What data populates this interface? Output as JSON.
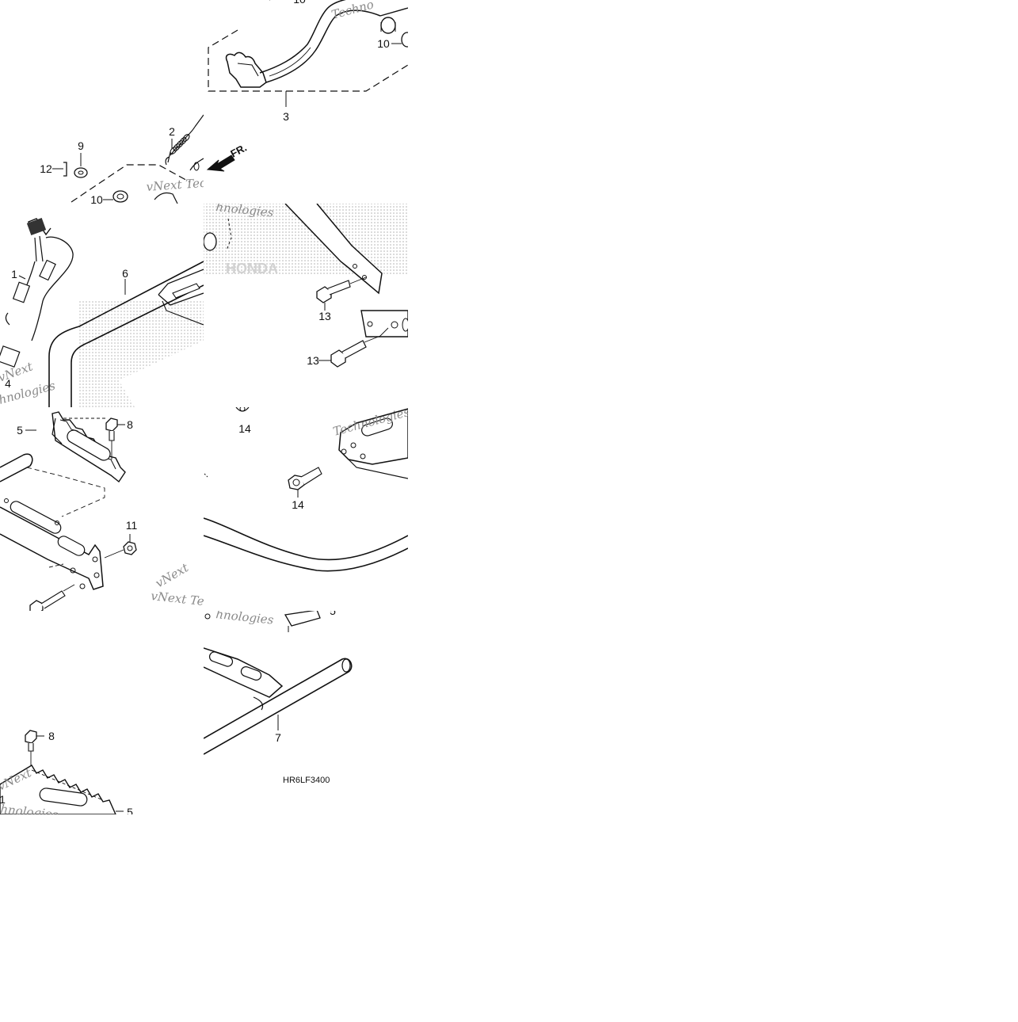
{
  "diagram": {
    "drawing_code": "HR6LF3400",
    "direction_marker": "FR.",
    "brand_watermark": "HONDA",
    "watermark_lines": [
      "vNext Tec",
      "hnologies",
      "vNext",
      "Technologies",
      "Techno"
    ],
    "callouts": [
      "1",
      "2",
      "3",
      "4",
      "5",
      "6",
      "7",
      "8",
      "9",
      "10",
      "11",
      "12",
      "13",
      "14"
    ]
  }
}
